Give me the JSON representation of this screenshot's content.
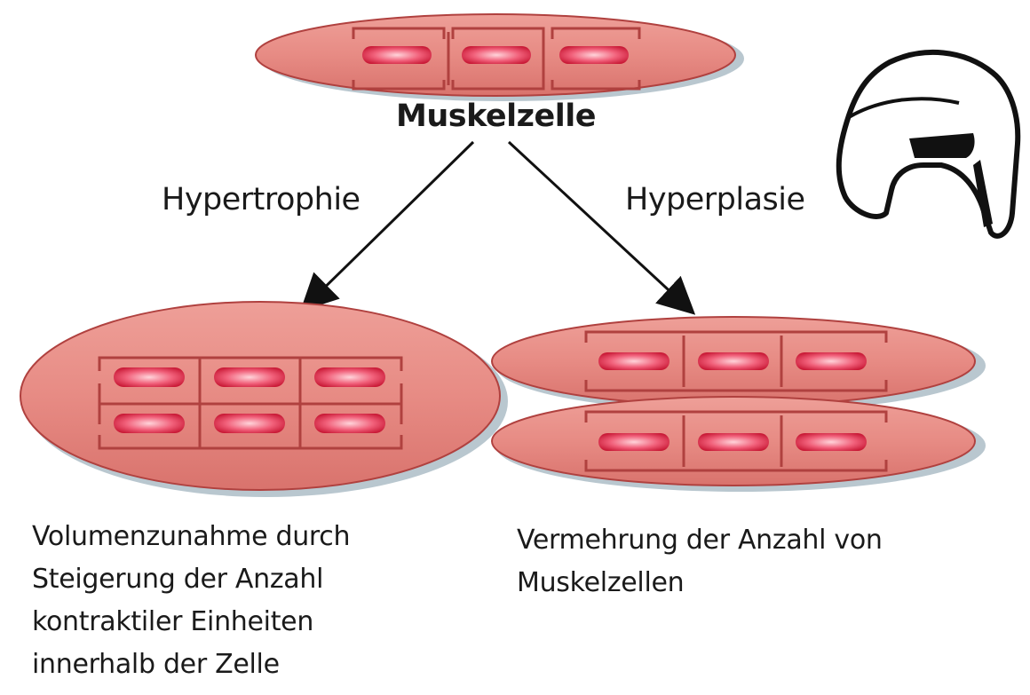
{
  "diagram": {
    "center_label": "Muskelzelle",
    "left_branch": "Hypertrophie",
    "right_branch": "Hyperplasie",
    "left_description": [
      "Volumenzunahme durch",
      "Steigerung der Anzahl",
      "kontraktiler Einheiten",
      "innerhalb der Zelle"
    ],
    "right_description": [
      "Vermehrung der Anzahl von",
      "Muskelzellen"
    ]
  },
  "colors": {
    "cell_fill": "#e48a83",
    "cell_stroke": "#b0413f",
    "myofibril": "#d9263f",
    "arrow": "#111111",
    "logo": "#ffffff"
  },
  "icons": {
    "logo": "spartan-helmet-icon"
  }
}
